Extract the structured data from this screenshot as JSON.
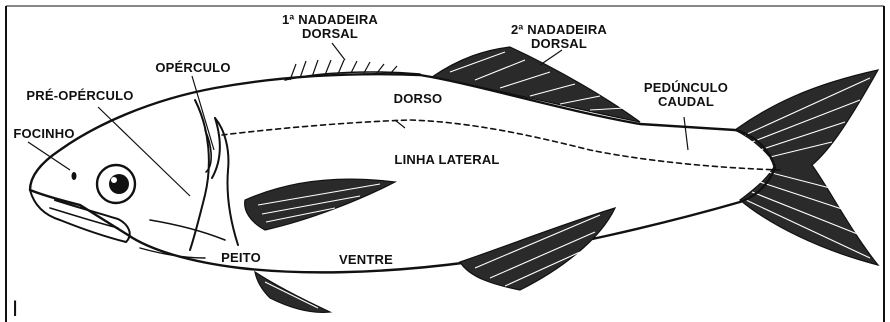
{
  "labels": {
    "first_dorsal_fin": [
      "1ª NADADEIRA",
      "DORSAL"
    ],
    "second_dorsal_fin": [
      "2ª NADADEIRA",
      "DORSAL"
    ],
    "operculum": "OPÉRCULO",
    "preoperculum": "PRÉ-OPÉRCULO",
    "snout": "FOCINHO",
    "back": "DORSO",
    "lateral_line": "LINHA LATERAL",
    "caudal_peduncle": [
      "PEDÚNCULO",
      "CAUDAL"
    ],
    "chest": "PEITO",
    "belly": "VENTRE",
    "panel_marker": "I"
  }
}
